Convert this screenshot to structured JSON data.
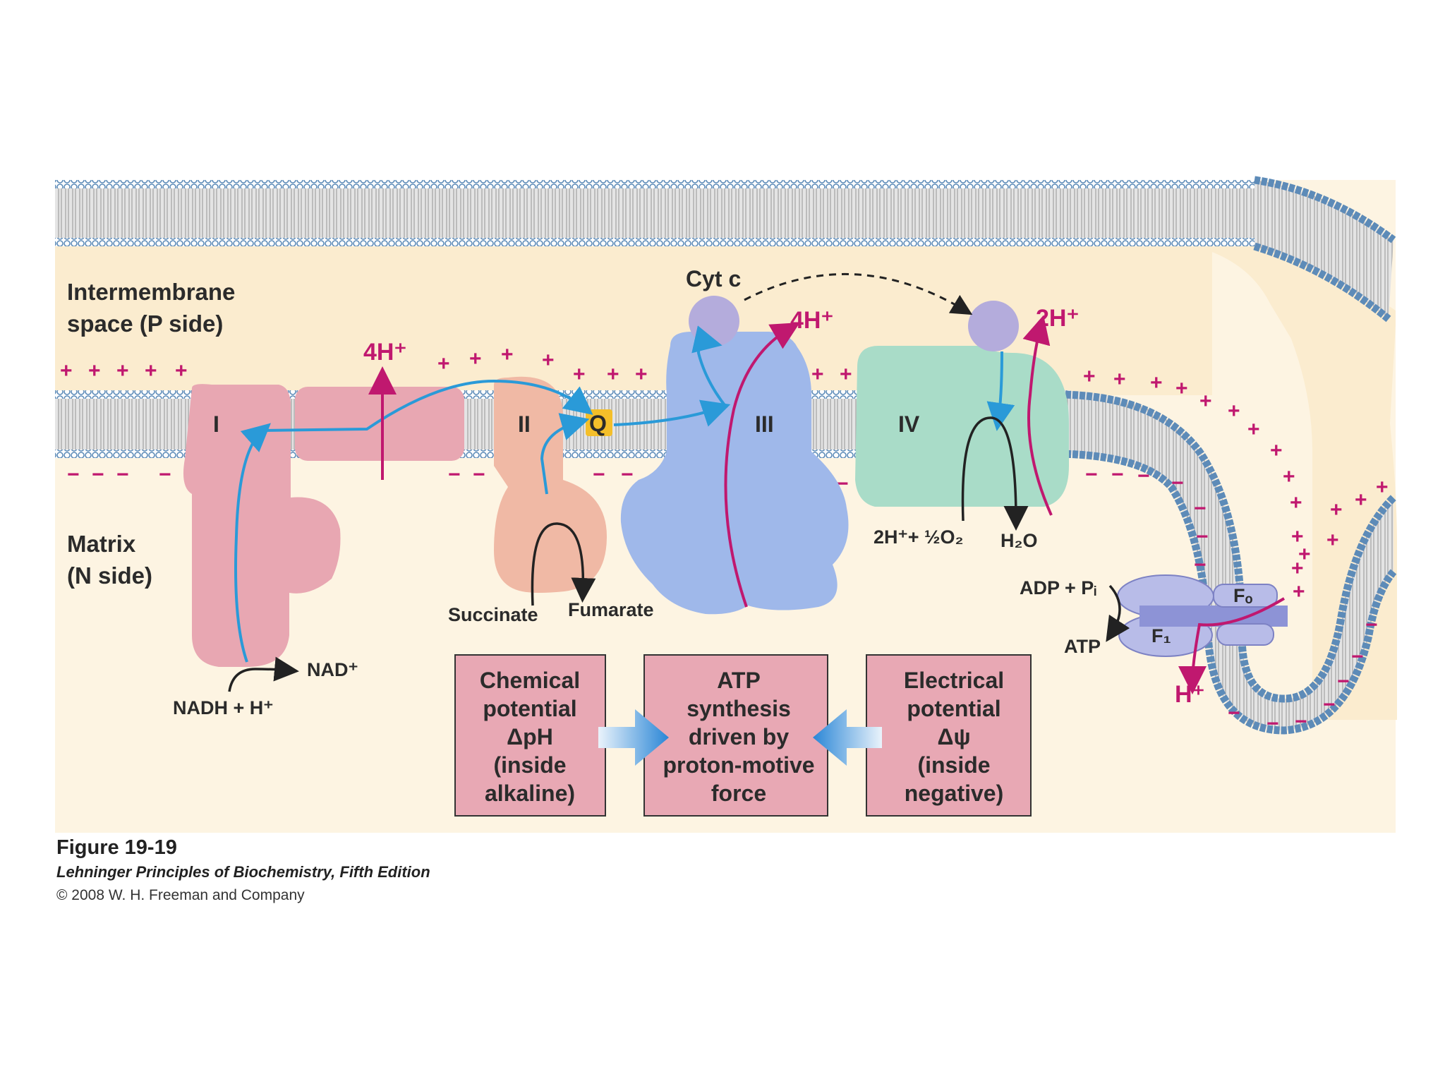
{
  "diagram": {
    "intermembrane_label_line1": "Intermembrane",
    "intermembrane_label_line2": "space (P side)",
    "matrix_label_line1": "Matrix",
    "matrix_label_line2": "(N side)",
    "complex_I": "I",
    "complex_II": "II",
    "complex_III": "III",
    "complex_IV": "IV",
    "quinone": "Q",
    "cytochrome": "Cyt c",
    "proton_I": "4H⁺",
    "proton_III": "4H⁺",
    "proton_IV": "2H⁺",
    "proton_synthase": "H⁺",
    "nadh": "NADH + H⁺",
    "nad": "NAD⁺",
    "succinate": "Succinate",
    "fumarate": "Fumarate",
    "oxygen_reaction": "2H⁺+ ½O₂",
    "water": "H₂O",
    "adp": "ADP + Pᵢ",
    "atp": "ATP",
    "f_o": "Fₒ",
    "f_1": "F₁",
    "plus": "+",
    "minus": "−"
  },
  "boxes": {
    "chemical": [
      "Chemical",
      "potential",
      "ΔpH",
      "(inside",
      "alkaline)"
    ],
    "atp": [
      "ATP",
      "synthesis",
      "driven by",
      "proton-motive",
      "force"
    ],
    "electrical": [
      "Electrical",
      "potential",
      "Δψ",
      "(inside",
      "negative)"
    ]
  },
  "caption": {
    "figure": "Figure 19-19",
    "book": "Lehninger Principles of Biochemistry, Fifth Edition",
    "copyright": "© 2008 W. H. Freeman and Company"
  },
  "colors": {
    "intermembrane_bg": "#fbeccf",
    "matrix_bg": "#fdf4e2",
    "membrane": "#bcbcbc",
    "complex_I": "#e8a7b2",
    "complex_II": "#f0b9a5",
    "complex_III": "#9fb8ea",
    "complex_IV": "#a9dcc8",
    "cytochrome": "#b4acdc",
    "quinone": "#f4bf2a",
    "synthase": "#b8bce8",
    "electron_arrow": "#2a9ad8",
    "proton_arrow": "#c0186f",
    "box_fill": "#e8a8b4"
  }
}
